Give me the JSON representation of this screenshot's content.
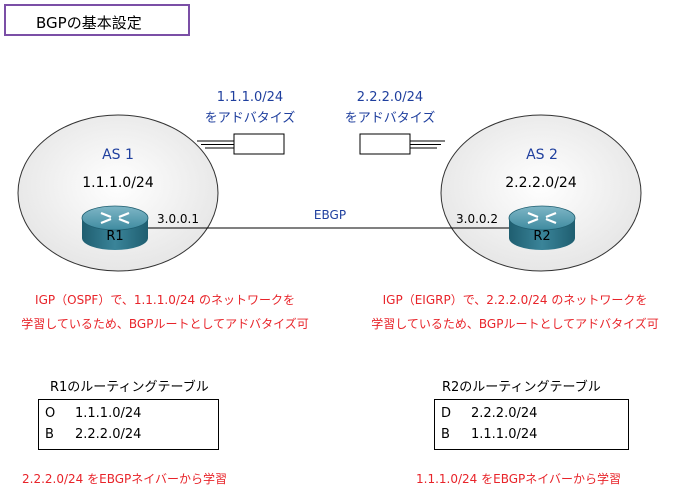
{
  "title": "BGPの基本設定",
  "advert_left": {
    "line1": "1.1.1.0/24",
    "line2": "をアドバタイズ"
  },
  "advert_right": {
    "line1": "2.2.2.0/24",
    "line2": "をアドバタイズ"
  },
  "as_left": {
    "label": "AS 1",
    "network": "1.1.1.0/24"
  },
  "as_right": {
    "label": "AS 2",
    "network": "2.2.2.0/24"
  },
  "r1": {
    "label": "R1",
    "ip": "3.0.0.1"
  },
  "r2": {
    "label": "R2",
    "ip": "3.0.0.2"
  },
  "link_label": "EBGP",
  "note_left": {
    "line1": "IGP（OSPF）で、1.1.1.0/24 のネットワークを",
    "line2": "学習しているため、BGPルートとしてアドバタイズ可"
  },
  "note_right": {
    "line1": "IGP（EIGRP）で、2.2.2.0/24 のネットワークを",
    "line2": "学習しているため、BGPルートとしてアドバタイズ可"
  },
  "table_left": {
    "caption": "R1のルーティングテーブル",
    "rows": [
      {
        "code": "O",
        "route": "1.1.1.0/24"
      },
      {
        "code": "B",
        "route": "2.2.2.0/24"
      }
    ],
    "footnote": "2.2.2.0/24 をEBGPネイバーから学習"
  },
  "table_right": {
    "caption": "R2のルーティングテーブル",
    "rows": [
      {
        "code": "D",
        "route": "2.2.2.0/24"
      },
      {
        "code": "B",
        "route": "1.1.1.0/24"
      }
    ],
    "footnote": "1.1.1.0/24 をEBGPネイバーから学習"
  },
  "colors": {
    "title_border": "#7b4fa6",
    "label_blue": "#1f3f9e",
    "note_red": "#e8242a",
    "router_teal": "#2f7f93"
  },
  "icons": [
    "router-icon",
    "advertisement-arrow-icon"
  ]
}
